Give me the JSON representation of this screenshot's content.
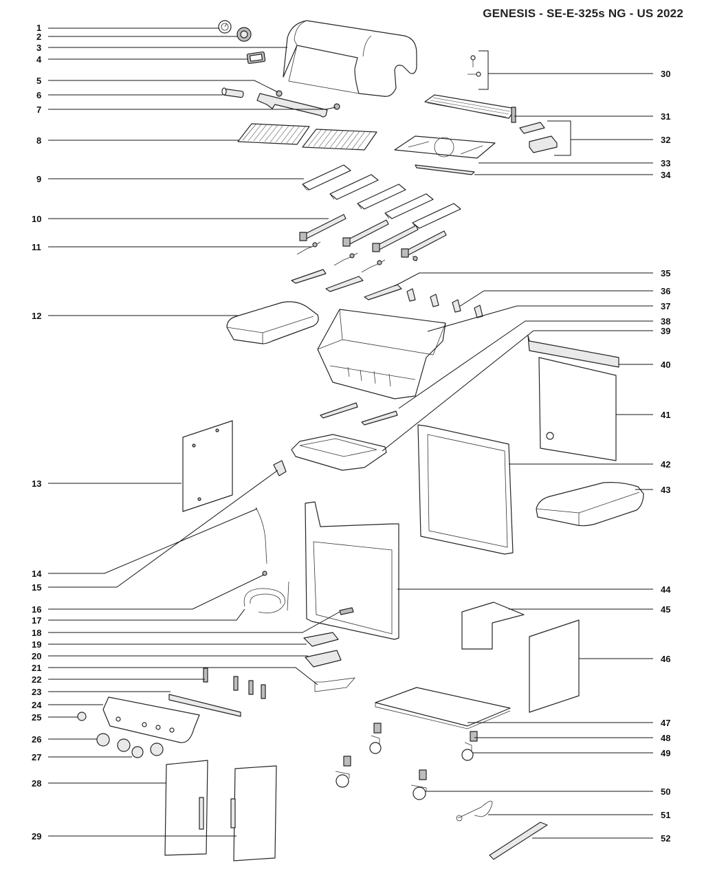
{
  "title": "GENESIS - SE-E-325s NG - US 2022",
  "part_numbers": [
    "1",
    "2",
    "3",
    "4",
    "5",
    "6",
    "7",
    "8",
    "9",
    "10",
    "11",
    "12",
    "13",
    "14",
    "15",
    "16",
    "17",
    "18",
    "19",
    "20",
    "21",
    "22",
    "23",
    "24",
    "25",
    "26",
    "27",
    "28",
    "29",
    "30",
    "31",
    "32",
    "33",
    "34",
    "35",
    "36",
    "37",
    "38",
    "39",
    "40",
    "41",
    "42",
    "43",
    "44",
    "45",
    "46",
    "47",
    "48",
    "49",
    "50",
    "51",
    "52"
  ]
}
